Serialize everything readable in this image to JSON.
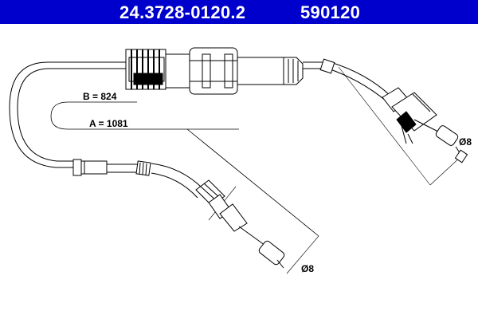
{
  "header": {
    "part_number": "24.3728-0120.2",
    "supplier_number": "590120",
    "background_color": "#0000cc",
    "text_color": "#ffffff"
  },
  "drawing": {
    "dimension_a": "A = 1081",
    "dimension_b": "B = 824",
    "diameter_end_1": "Ø8",
    "diameter_end_2": "Ø8"
  }
}
